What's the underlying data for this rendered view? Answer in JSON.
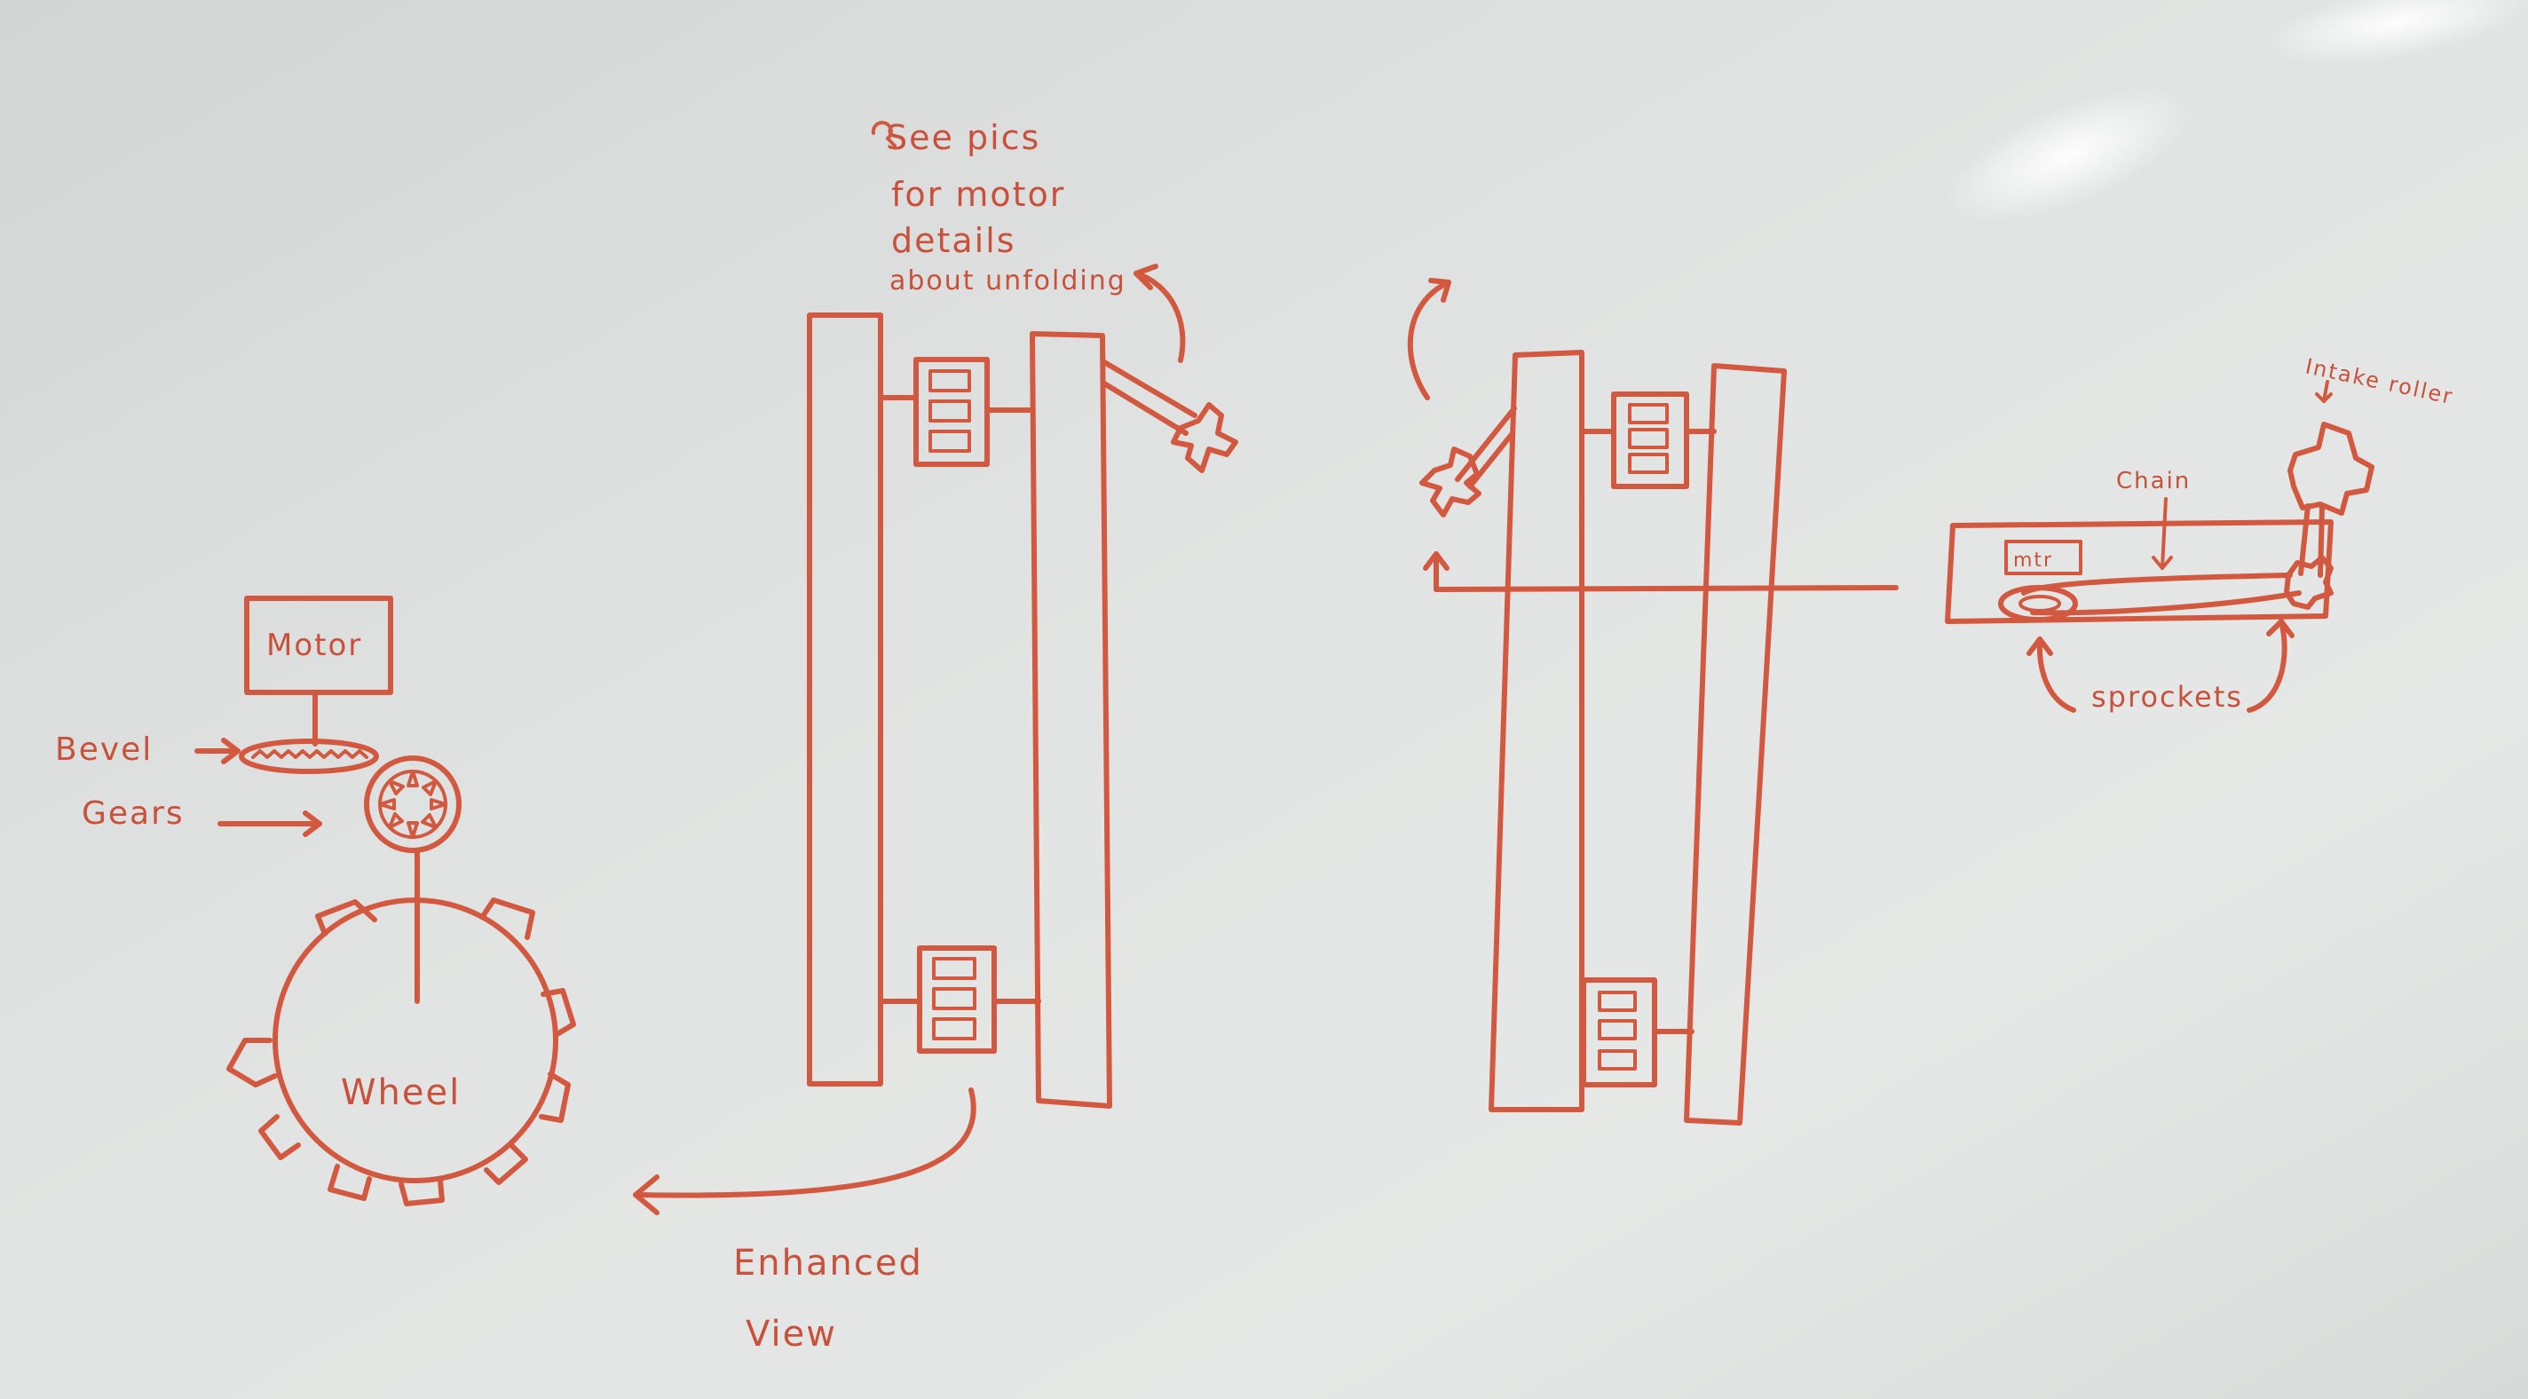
{
  "board": {
    "background_color": "#dcdedd",
    "ink_color": "#d2583f"
  },
  "labels": {
    "see_pics": "See pics",
    "for_motor": "for motor",
    "details": "details",
    "about_unfolding": "about unfolding",
    "motor": "Motor",
    "bevel": "Bevel",
    "gears": "Gears",
    "wheel": "Wheel",
    "enhanced": "Enhanced",
    "view": "View",
    "intake_roller": "Intake roller",
    "chain": "Chain",
    "mtr": "mtr",
    "sprockets": "sprockets"
  }
}
